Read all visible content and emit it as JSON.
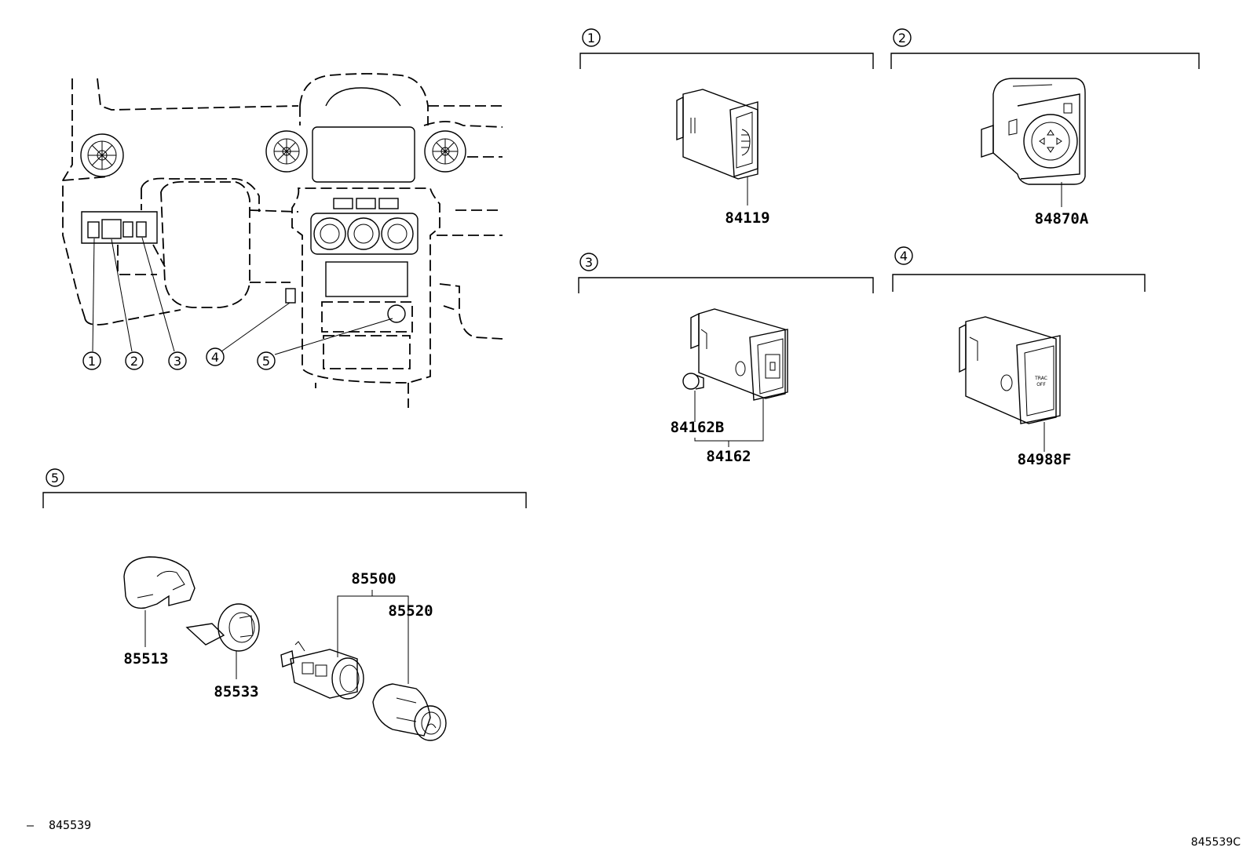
{
  "callouts": {
    "c1": "1",
    "c2": "2",
    "c3": "3",
    "c4": "4",
    "c5": "5"
  },
  "parts": {
    "p84119": "84119",
    "p84870A": "84870A",
    "p84162B": "84162B",
    "p84162": "84162",
    "p84988F": "84988F",
    "p85500": "85500",
    "p85520": "85520",
    "p85513": "85513",
    "p85533": "85533"
  },
  "switch_text": {
    "trac_line1": "TRAC",
    "trac_line2": "OFF"
  },
  "footer": {
    "left_code": "845539",
    "left_prefix": "—",
    "right_code": "845539C"
  }
}
